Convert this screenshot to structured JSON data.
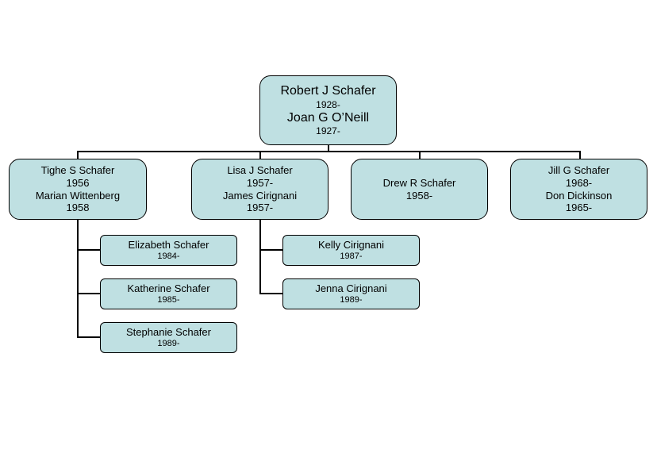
{
  "root": {
    "name1": "Robert J Schafer",
    "year1": "1928-",
    "name2": "Joan G O’Neill",
    "year2": "1927-"
  },
  "children": [
    {
      "name": "Tighe S Schafer",
      "year": "1956",
      "spouse": "Marian Wittenberg",
      "spouse_year": "1958"
    },
    {
      "name": "Lisa J Schafer",
      "year": "1957-",
      "spouse": "James Cirignani",
      "spouse_year": "1957-"
    },
    {
      "name": "Drew R Schafer",
      "year": "1958-"
    },
    {
      "name": "Jill G Schafer",
      "year": "1968-",
      "spouse": "Don Dickinson",
      "spouse_year": "1965-"
    }
  ],
  "grandchildren_tighe": [
    {
      "name": "Elizabeth Schafer",
      "year": "1984-"
    },
    {
      "name": "Katherine Schafer",
      "year": "1985-"
    },
    {
      "name": "Stephanie Schafer",
      "year": "1989-"
    }
  ],
  "grandchildren_lisa": [
    {
      "name": "Kelly Cirignani",
      "year": "1987-"
    },
    {
      "name": "Jenna Cirignani",
      "year": "1989-"
    }
  ]
}
